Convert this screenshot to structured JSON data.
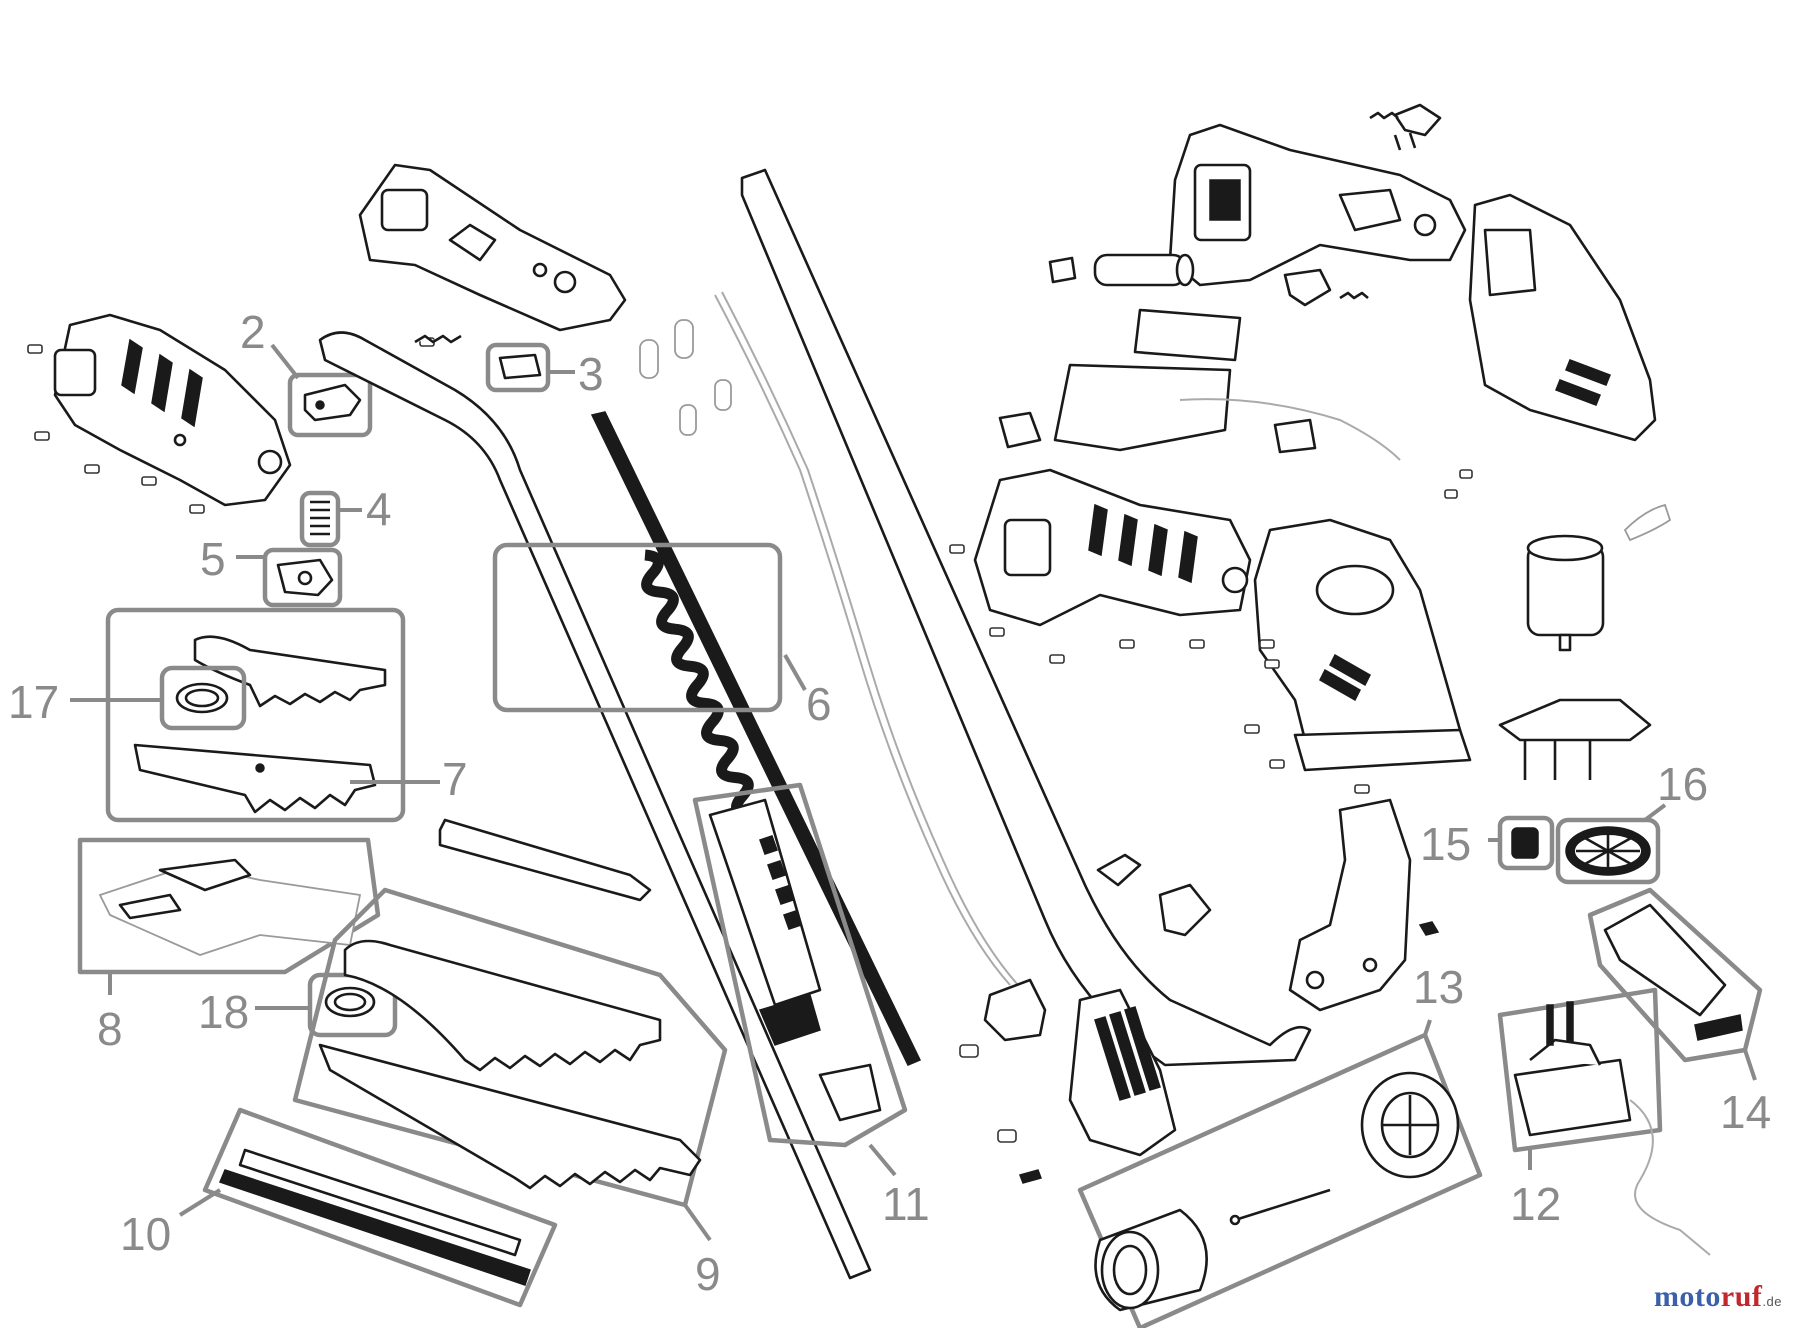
{
  "callouts": [
    "2",
    "3",
    "4",
    "5",
    "6",
    "7",
    "8",
    "9",
    "10",
    "11",
    "12",
    "13",
    "14",
    "15",
    "16",
    "17",
    "18"
  ],
  "brand": {
    "part1": "moto",
    "part2": "ruf",
    "tld": ".de"
  },
  "colors": {
    "callout": "#8a8a8a",
    "line": "#1a1a1a",
    "brand_blue": "#3b5fa8",
    "brand_red": "#c1272d"
  }
}
